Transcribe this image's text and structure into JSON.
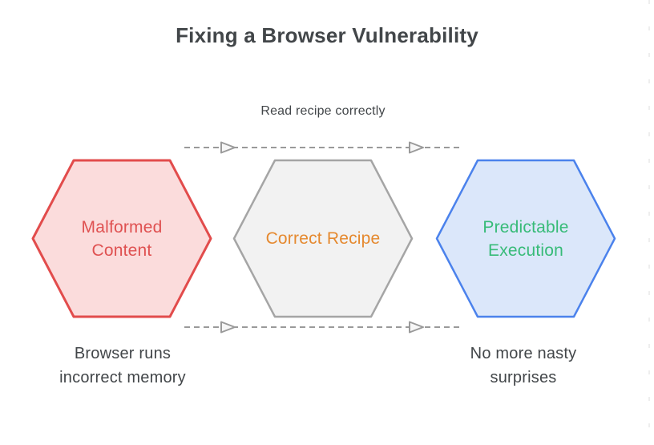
{
  "title": "Fixing a Browser Vulnerability",
  "flow": {
    "top_arrow_label": "Read recipe correctly"
  },
  "nodes": [
    {
      "id": "malformed-content",
      "label": "Malformed Content",
      "fill": "#fbdcdc",
      "border": "#e24c4c",
      "text_color": "#df5151"
    },
    {
      "id": "correct-recipe",
      "label": "Correct Recipe",
      "fill": "#f2f2f2",
      "border": "#a5a5a5",
      "text_color": "#e5892f"
    },
    {
      "id": "predictable-execution",
      "label": "Predictable Execution",
      "fill": "#dbe7fa",
      "border": "#4b82ec",
      "text_color": "#37bb78"
    }
  ],
  "captions": [
    {
      "text": "Browser runs incorrect memory"
    },
    {
      "text": "No more nasty surprises"
    }
  ],
  "colors": {
    "arrow": "#9a9a9a",
    "arrowhead_fill": "#f7f7f7",
    "heading_text": "#424649",
    "edge_guide": "#e8e8e8"
  }
}
